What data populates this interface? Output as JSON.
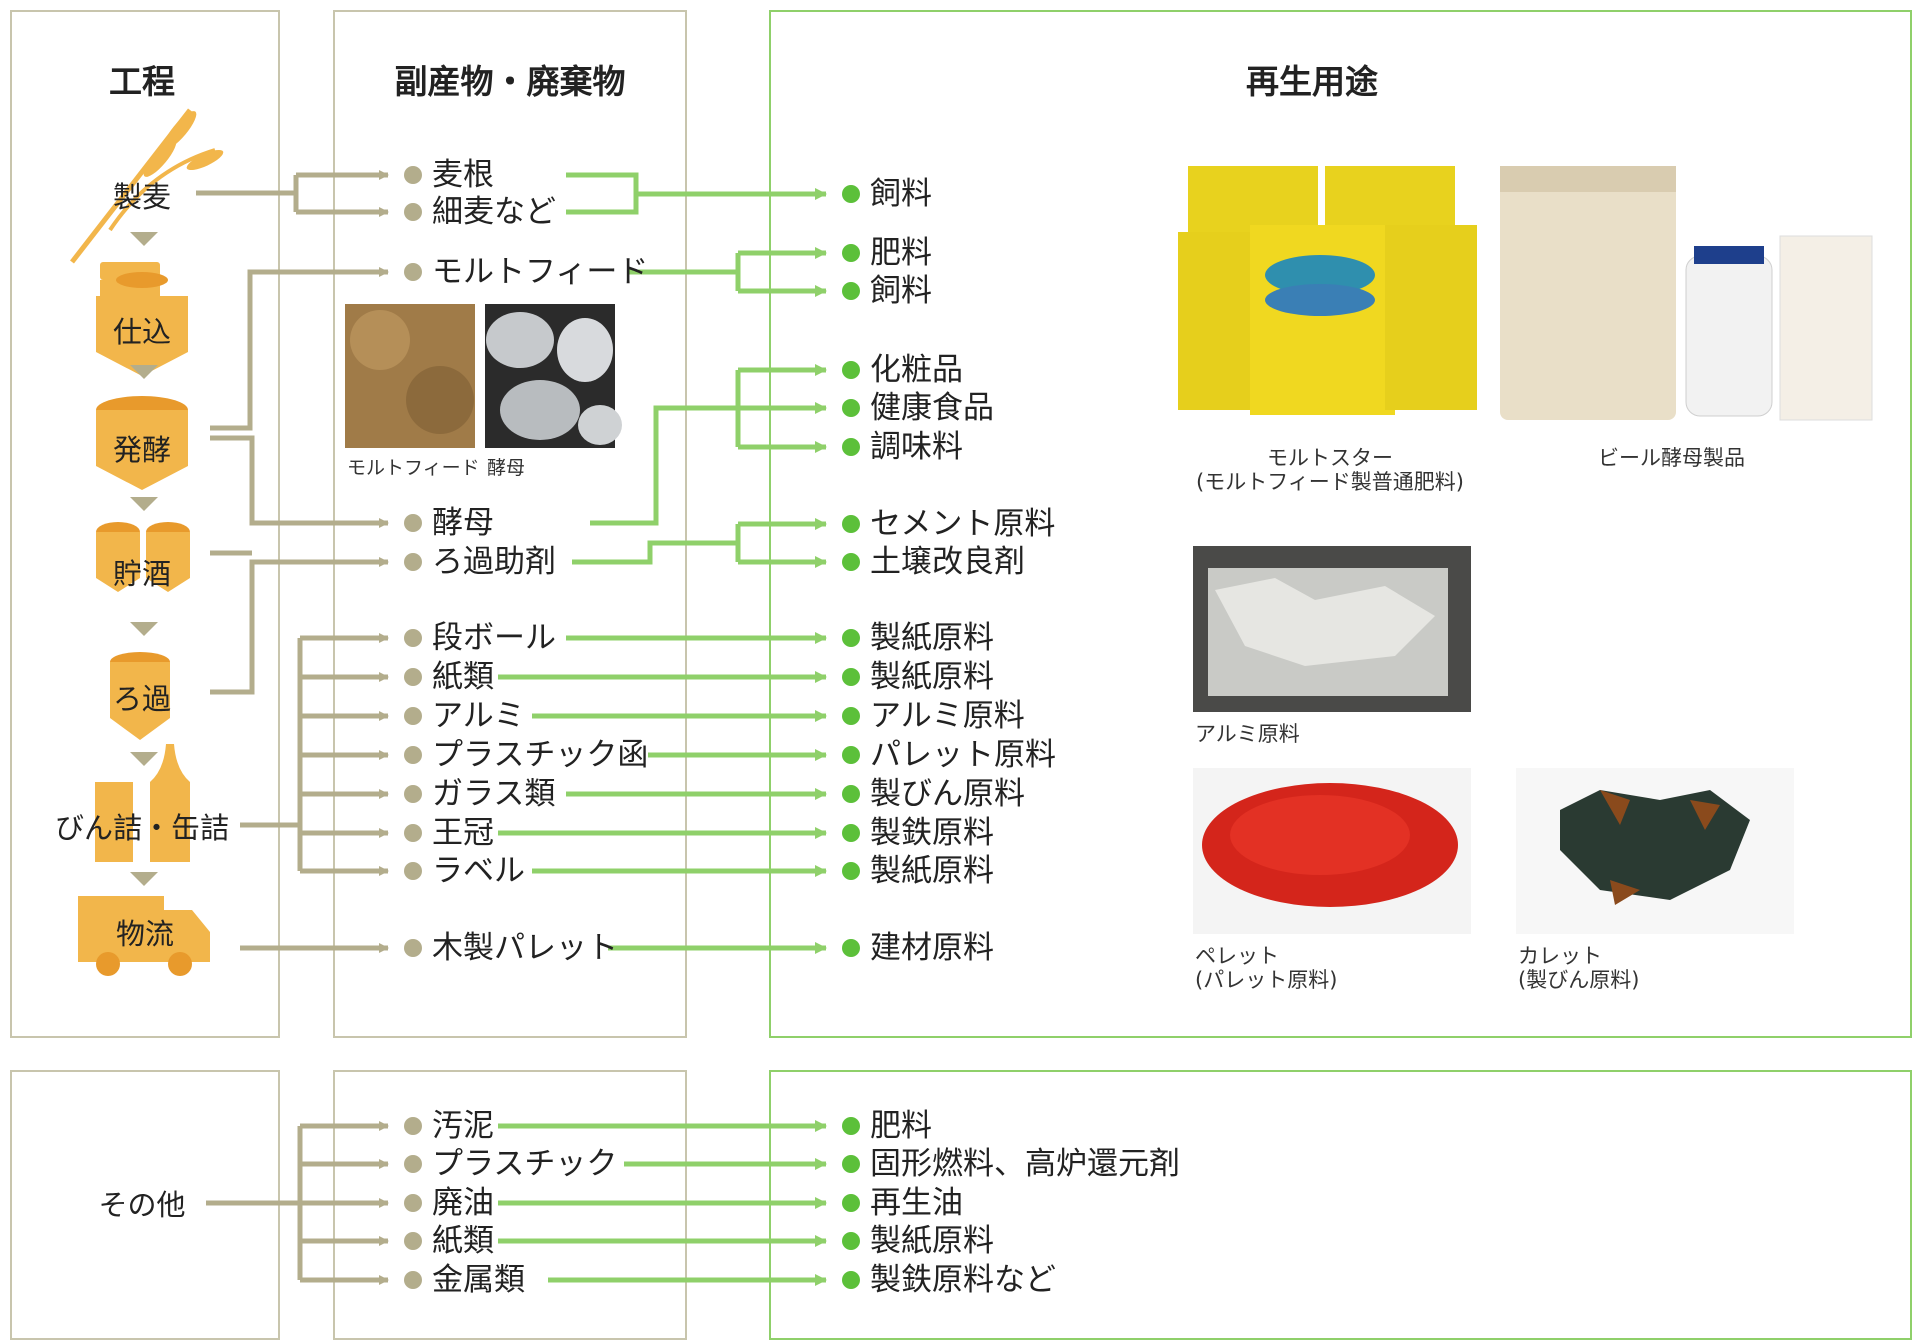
{
  "headers": {
    "process": "工程",
    "byproducts": "副産物・廃棄物",
    "reuse": "再生用途"
  },
  "process_steps": [
    "製麦",
    "仕込",
    "発酵",
    "貯酒",
    "ろ過",
    "びん詰・缶詰",
    "物流"
  ],
  "byproducts": [
    "麦根",
    "細麦など",
    "モルトフィード",
    "酵母",
    "ろ過助剤",
    "段ボール",
    "紙類",
    "アルミ",
    "プラスチック函",
    "ガラス類",
    "王冠",
    "ラベル",
    "木製パレット"
  ],
  "uses": [
    "飼料",
    "肥料",
    "飼料",
    "化粧品",
    "健康食品",
    "調味料",
    "セメント原料",
    "土壌改良剤",
    "製紙原料",
    "製紙原料",
    "アルミ原料",
    "パレット原料",
    "製びん原料",
    "製鉄原料",
    "製紙原料",
    "建材原料"
  ],
  "photo_captions": {
    "moltfeed": "モルトフィード",
    "yeast": "酵母",
    "moltstar": "モルトスター\n(モルトフィード製普通肥料)",
    "yeast_products": "ビール酵母製品",
    "aluminum": "アルミ原料",
    "pellet": "ペレット\n(パレット原料)",
    "cullet": "カレット\n(製びん原料)"
  },
  "other": {
    "process": "その他",
    "byproducts": [
      "汚泥",
      "プラスチック",
      "廃油",
      "紙類",
      "金属類"
    ],
    "uses": [
      "肥料",
      "固形燃料、高炉還元剤",
      "再生油",
      "製紙原料",
      "製鉄原料など"
    ]
  },
  "colors": {
    "tan_line": "#b3ad8c",
    "green_line": "#8fd06a",
    "green_dot": "#5cc03a",
    "orange": "#f2b64b"
  }
}
